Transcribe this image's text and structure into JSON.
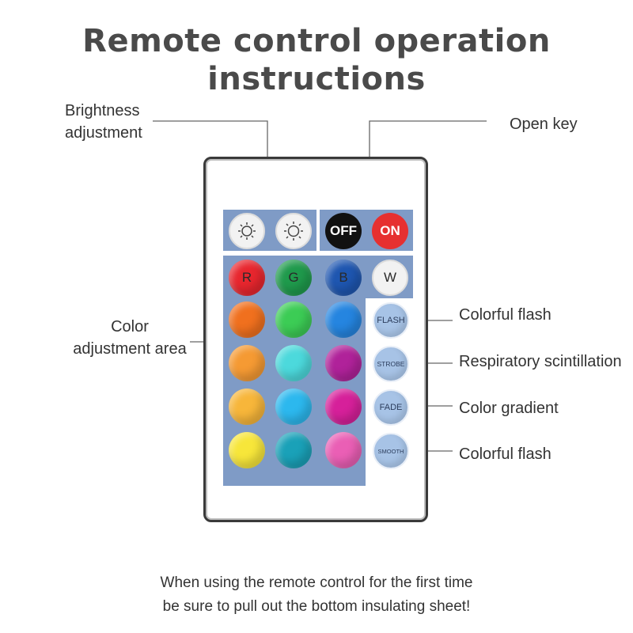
{
  "title": {
    "line1": "Remote control operation",
    "line2": "instructions"
  },
  "labels": {
    "brightness_line1": "Brightness",
    "brightness_line2": "adjustment",
    "open_key": "Open key",
    "color_area_line1": "Color",
    "color_area_line2": "adjustment area",
    "flash": "Colorful flash",
    "strobe": "Respiratory scintillation",
    "fade": "Color gradient",
    "smooth": "Colorful flash"
  },
  "remote": {
    "power": {
      "off": "OFF",
      "on": "ON"
    },
    "rgbw": [
      "R",
      "G",
      "B",
      "W"
    ],
    "functions": [
      "FLASH",
      "STROBE",
      "FADE",
      "SMOOTH"
    ]
  },
  "colors": {
    "panel": "#7f9bc6",
    "off_button": "#111111",
    "on_button": "#e63030",
    "r": "#e8262e",
    "g": "#1f9a4c",
    "b": "#1e56b0",
    "w": "#f2f2f2",
    "grid": [
      [
        "#f0701e",
        "#3ccc55",
        "#2585e0"
      ],
      [
        "#f59a33",
        "#4cd9dc",
        "#b0229a"
      ],
      [
        "#f7b63a",
        "#2cb8ee",
        "#d6209a"
      ],
      [
        "#f7e63a",
        "#1aa1b8",
        "#ea5fb5"
      ]
    ]
  },
  "footer": {
    "line1": "When using the remote control for the first time",
    "line2": "be sure to pull out the bottom insulating sheet!"
  }
}
